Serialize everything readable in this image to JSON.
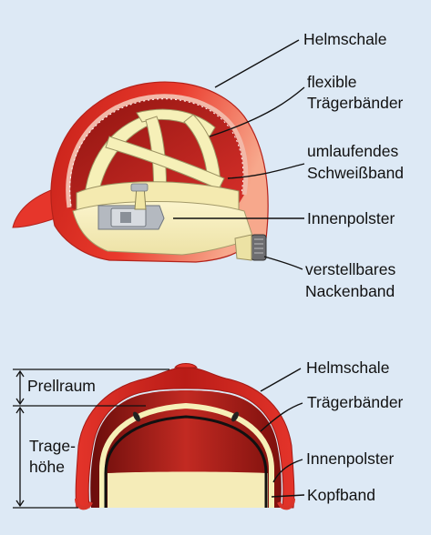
{
  "top_diagram": {
    "labels": {
      "shell": "Helmschale",
      "straps_line1": "flexible",
      "straps_line2": "Trägerbänder",
      "sweatband_line1": "umlaufendes",
      "sweatband_line2": "Schweißband",
      "padding": "Innenpolster",
      "neck_line1": "verstellbares",
      "neck_line2": "Nackenband"
    }
  },
  "bottom_diagram": {
    "labels": {
      "shell": "Helmschale",
      "straps": "Trägerbänder",
      "padding": "Innenpolster",
      "headband": "Kopfband",
      "impact_space": "Prellraum",
      "wearing_height_line1": "Trage-",
      "wearing_height_line2": "höhe"
    }
  },
  "colors": {
    "background": "#dde9f5",
    "shell_red": "#e8332a",
    "shell_dark_red": "#b21c17",
    "strap_cream": "#f6f0b8",
    "padding_cream": "#f5ecb8",
    "bracket_gray": "#b4b9c0"
  }
}
